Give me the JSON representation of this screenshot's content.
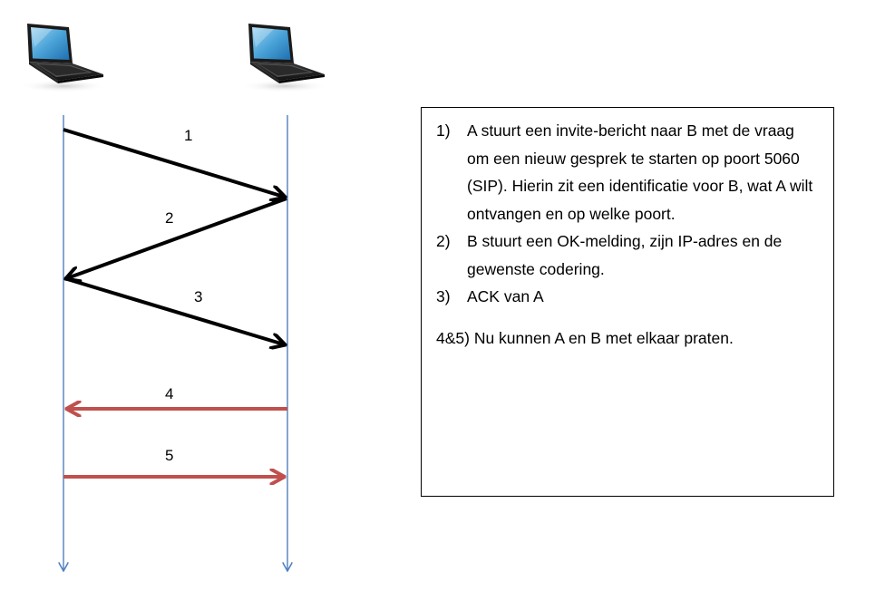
{
  "messages": [
    {
      "label": "1",
      "direction": "A-to-B",
      "color": "#000000"
    },
    {
      "label": "2",
      "direction": "B-to-A",
      "color": "#000000"
    },
    {
      "label": "3",
      "direction": "A-to-B",
      "color": "#000000"
    },
    {
      "label": "4",
      "direction": "B-to-A",
      "color": "#c0504d"
    },
    {
      "label": "5",
      "direction": "A-to-B",
      "color": "#c0504d"
    }
  ],
  "lifeline_color": "#4f81bd",
  "icons": {
    "left": "laptop-icon",
    "right": "laptop-icon"
  },
  "description": {
    "items": [
      {
        "number": "1)",
        "text": "A stuurt een invite-bericht naar B met de vraag om een nieuw gesprek te starten op poort 5060 (SIP). Hierin zit een identificatie voor B, wat A wilt ontvangen en op welke poort."
      },
      {
        "number": "2)",
        "text": "B stuurt een OK-melding, zijn IP-adres en de gewenste codering."
      },
      {
        "number": "3)",
        "text": "ACK van A"
      }
    ],
    "summary": "4&5) Nu kunnen A en B met elkaar praten."
  }
}
